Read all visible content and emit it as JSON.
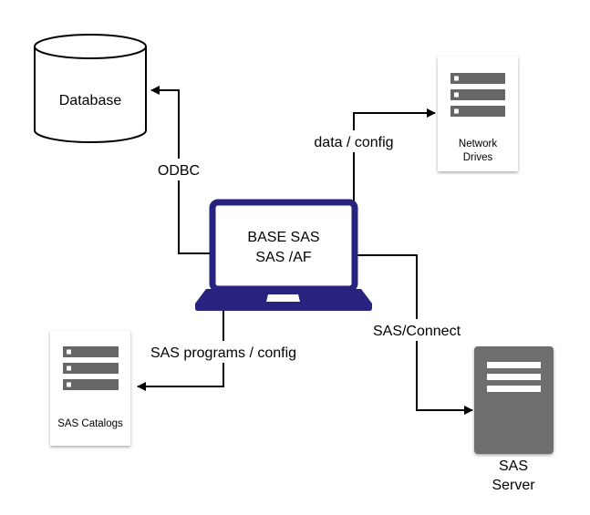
{
  "nodes": {
    "database": {
      "label": "Database"
    },
    "network_drives": {
      "label_line1": "Network",
      "label_line2": "Drives"
    },
    "laptop": {
      "label_line1": "BASE SAS",
      "label_line2": "SAS /AF"
    },
    "sas_catalogs": {
      "label": "SAS Catalogs"
    },
    "sas_server": {
      "label_line1": "SAS",
      "label_line2": "Server"
    }
  },
  "connections": {
    "odbc": {
      "label": "ODBC"
    },
    "data_config": {
      "label": "data / config"
    },
    "sas_programs": {
      "label": "SAS programs / config"
    },
    "sas_connect": {
      "label": "SAS/Connect"
    }
  },
  "colors": {
    "laptop": "#27237f",
    "server_gray": "#6e6e6e",
    "rack_gray": "#666666",
    "line": "#000000"
  }
}
